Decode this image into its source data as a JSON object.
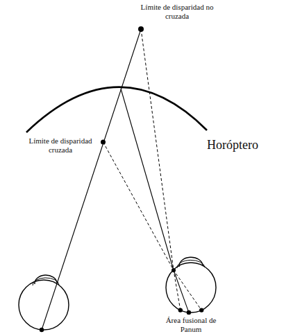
{
  "diagram": {
    "labels": [
      "Límite de disparidad no cruzada",
      "Límite de disparidad cruzada",
      "Horóptero",
      "Área fusional de Panum"
    ]
  }
}
